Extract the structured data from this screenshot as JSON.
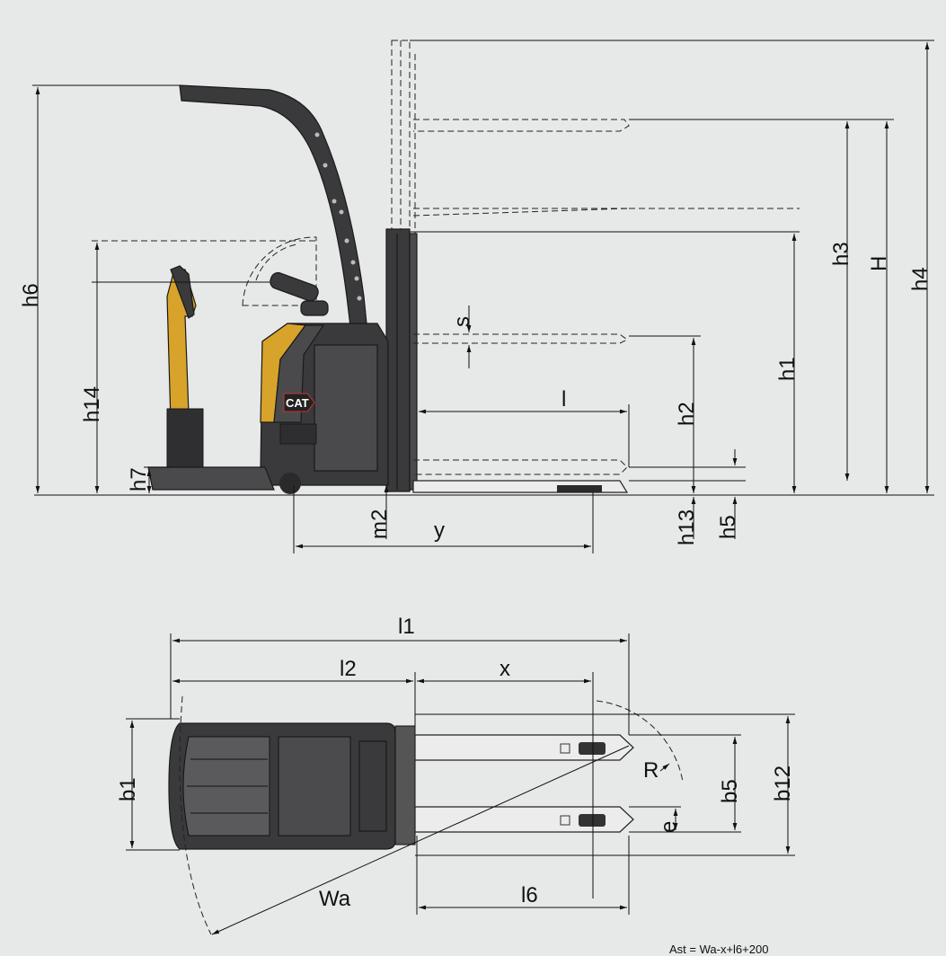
{
  "side_view": {
    "labels": {
      "h6": "h6",
      "h14": "h14",
      "h7": "h7",
      "m2": "m2",
      "y": "y",
      "s": "s",
      "l": "l",
      "h2": "h2",
      "h1": "h1",
      "h13": "h13",
      "h5": "h5",
      "h3": "h3",
      "H": "H",
      "h4": "h4"
    },
    "logo": "CAT"
  },
  "top_view": {
    "labels": {
      "l1": "l1",
      "l2": "l2",
      "x": "x",
      "b1": "b1",
      "R": "R",
      "b5": "b5",
      "b12": "b12",
      "e": "e",
      "Wa": "Wa",
      "l6": "l6"
    }
  },
  "formula": "Ast = Wa-x+l6+200"
}
